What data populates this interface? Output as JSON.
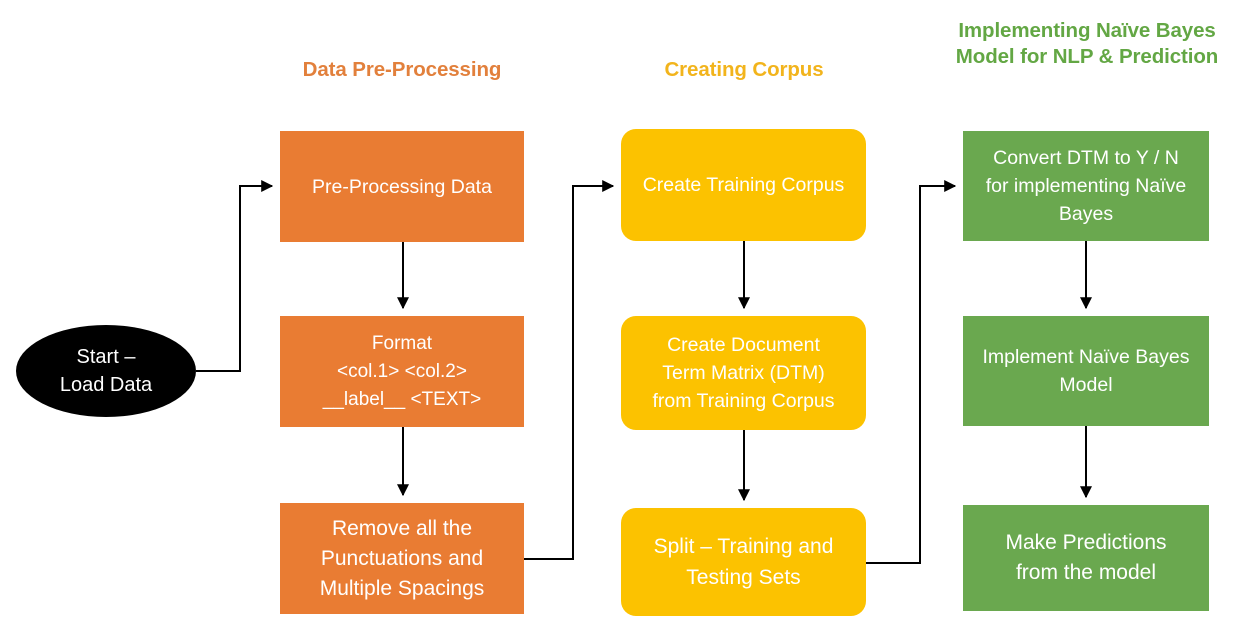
{
  "diagram": {
    "title": "NLP Naive Bayes Pipeline Flowchart",
    "background_color": "#ffffff"
  },
  "headings": [
    {
      "id": "preprocessing",
      "label": "Data Pre-Processing",
      "color": "#e2803c"
    },
    {
      "id": "corpus",
      "label": "Creating Corpus",
      "color": "#f2b41c"
    },
    {
      "id": "naivebayes",
      "label": "Implementing Naïve Bayes Model for NLP & Prediction",
      "color": "#63a744"
    }
  ],
  "nodes": {
    "start": {
      "label": "Start –\nLoad Data",
      "shape": "ellipse",
      "color": "#000000"
    },
    "preprocessing": {
      "label": "Pre-Processing Data",
      "shape": "rectangle",
      "color": "#e97c33"
    },
    "format": {
      "label": "Format\n<col.1> <col.2>\n__label__ <TEXT>",
      "shape": "rectangle",
      "color": "#e97c33"
    },
    "remove": {
      "label": "Remove all the\nPunctuations and\nMultiple Spacings",
      "shape": "rectangle",
      "color": "#e97c33"
    },
    "train_corpus": {
      "label": "Create Training Corpus",
      "shape": "rounded-rectangle",
      "color": "#fcc200"
    },
    "dtm": {
      "label": "Create Document\nTerm Matrix (DTM)\nfrom Training Corpus",
      "shape": "rounded-rectangle",
      "color": "#fcc200"
    },
    "split": {
      "label": "Split – Training and\nTesting Sets",
      "shape": "rounded-rectangle",
      "color": "#fcc200"
    },
    "convert_dtm": {
      "label": "Convert DTM to Y / N\nfor implementing Naïve\nBayes",
      "shape": "rectangle",
      "color": "#6aa84f"
    },
    "implement_nb": {
      "label": "Implement Naïve Bayes\nModel",
      "shape": "rectangle",
      "color": "#6aa84f"
    },
    "predictions": {
      "label": "Make Predictions\nfrom the model",
      "shape": "rectangle",
      "color": "#6aa84f"
    }
  },
  "connectors": [
    {
      "from": "start",
      "to": "preprocessing",
      "style": "elbow-right-up-right"
    },
    {
      "from": "preprocessing",
      "to": "format",
      "style": "straight-down"
    },
    {
      "from": "format",
      "to": "remove",
      "style": "straight-down"
    },
    {
      "from": "remove",
      "to": "train_corpus",
      "style": "elbow-right-up-right"
    },
    {
      "from": "train_corpus",
      "to": "dtm",
      "style": "straight-down"
    },
    {
      "from": "dtm",
      "to": "split",
      "style": "straight-down"
    },
    {
      "from": "split",
      "to": "convert_dtm",
      "style": "elbow-right-up-right"
    },
    {
      "from": "convert_dtm",
      "to": "implement_nb",
      "style": "straight-down"
    },
    {
      "from": "implement_nb",
      "to": "predictions",
      "style": "straight-down"
    }
  ],
  "connector_color": "#000000"
}
